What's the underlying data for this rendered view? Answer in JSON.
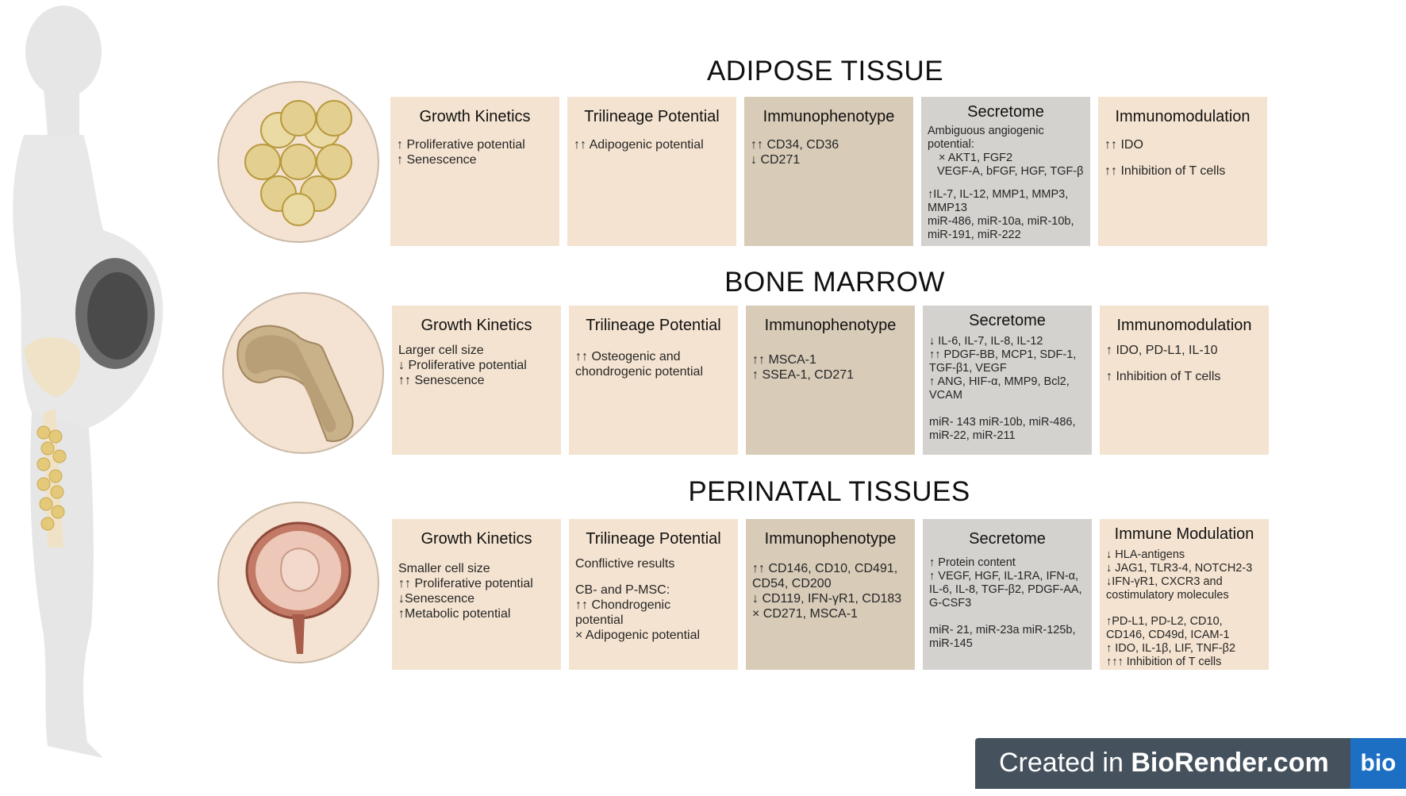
{
  "sections": [
    {
      "title": "ADIPOSE TISSUE",
      "cards": [
        {
          "heading": "Growth Kinetics",
          "lines": [
            "↑ Proliferative potential",
            "↑ Senescence"
          ]
        },
        {
          "heading": "Trilineage Potential",
          "lines": [
            "↑↑ Adipogenic potential"
          ]
        },
        {
          "heading": "Immunophenotype",
          "lines": [
            "↑↑ CD34, CD36",
            "↓ CD271"
          ]
        },
        {
          "heading": "Secretome",
          "lines": [
            "Ambiguous angiogenic",
            "potential:",
            "  × AKT1, FGF2",
            "  VEGF-A, bFGF, HGF, TGF-β",
            "",
            "↑IL-7, IL-12,  MMP1, MMP3,",
            "MMP13",
            "miR-486, miR-10a, miR-10b,",
            "miR-191, miR-222"
          ]
        },
        {
          "heading": "Immunomodulation",
          "lines": [
            "↑↑ IDO",
            "",
            "↑↑ Inhibition of T cells"
          ]
        }
      ]
    },
    {
      "title": "BONE MARROW",
      "cards": [
        {
          "heading": "Growth Kinetics",
          "lines": [
            "Larger cell size",
            "↓ Proliferative potential",
            "↑↑ Senescence"
          ]
        },
        {
          "heading": "Trilineage Potential",
          "lines": [
            "↑↑ Osteogenic and",
            "chondrogenic potential"
          ]
        },
        {
          "heading": "Immunophenotype",
          "lines": [
            "↑↑ MSCA-1",
            "↑ SSEA-1, CD271"
          ]
        },
        {
          "heading": "Secretome",
          "lines": [
            "↓ IL-6, IL-7, IL-8, IL-12",
            "↑↑ PDGF-BB, MCP1, SDF-1,",
            "TGF-β1, VEGF",
            "↑ ANG, HIF-α, MMP9, Bcl2,",
            "VCAM",
            "",
            "miR- 143 miR-10b, miR-486,",
            "miR-22, miR-211"
          ]
        },
        {
          "heading": "Immunomodulation",
          "lines": [
            "↑ IDO, PD-L1, IL-10",
            "",
            "↑ Inhibition of T cells"
          ]
        }
      ]
    },
    {
      "title": "PERINATAL TISSUES",
      "cards": [
        {
          "heading": "Growth Kinetics",
          "lines": [
            "Smaller cell size",
            "↑↑ Proliferative potential",
            "↓Senescence",
            "↑Metabolic potential"
          ]
        },
        {
          "heading": "Trilineage Potential",
          "lines": [
            "Conflictive results",
            "",
            "CB- and P-MSC:",
            "↑↑ Chondrogenic",
            "potential",
            "× Adipogenic potential"
          ]
        },
        {
          "heading": "Immunophenotype",
          "lines": [
            "↑↑ CD146, CD10, CD491,",
            "CD54, CD200",
            "↓ CD119, IFN-γR1, CD183",
            "× CD271, MSCA-1"
          ]
        },
        {
          "heading": "Secretome",
          "lines": [
            "↑ Protein content",
            "↑ VEGF, HGF, IL-1RA, IFN-α,",
            "IL-6, IL-8, TGF-β2, PDGF-AA,",
            "G-CSF3",
            "",
            "miR- 21, miR-23a miR-125b,",
            "miR-145"
          ]
        },
        {
          "heading": "Immune Modulation",
          "lines": [
            "↓ HLA-antigens",
            "↓ JAG1, TLR3-4, NOTCH2-3",
            "↓IFN-γR1, CXCR3 and",
            "costimulatory molecules",
            "",
            "↑PD-L1, PD-L2, CD10,",
            "CD146, CD49d, ICAM-1",
            "↑ IDO, IL-1β, LIF, TNF-β2",
            "↑↑↑ Inhibition of T cells"
          ]
        }
      ]
    }
  ],
  "badge": {
    "prefix": "Created in ",
    "brand": "BioRender.com",
    "logo": "bio"
  },
  "colors": {
    "light": "#f4e3d0",
    "mid": "#d8cbb8",
    "gray": "#d4d2ce",
    "badge": "#45525d",
    "logo": "#1d6fc4"
  },
  "icons": [
    "pregnant-woman-silhouette-icon",
    "adipose-cells-icon",
    "bone-marrow-femur-icon",
    "uterus-fetus-icon"
  ]
}
